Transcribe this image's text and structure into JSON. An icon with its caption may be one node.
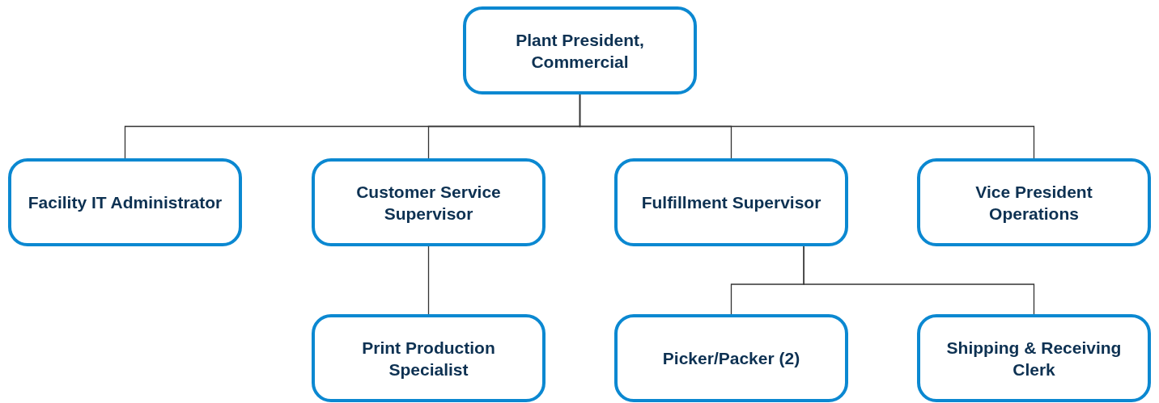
{
  "diagram": {
    "nodes": [
      {
        "text": [
          "Plant President, Commercial"
        ]
      },
      {
        "text": [
          "Facility IT Administrator"
        ]
      },
      {
        "text": [
          "Customer Service Supervisor"
        ]
      },
      {
        "text": [
          "Fulfillment Supervisor"
        ]
      },
      {
        "text": [
          "Vice President Operations"
        ]
      },
      {
        "text": [
          "Print Production Specialist"
        ]
      },
      {
        "text": [
          "Picker/Packer (2)"
        ]
      },
      {
        "text": [
          "Shipping & Receiving Clerk"
        ]
      }
    ],
    "edges": [
      {
        "from": 0,
        "to": 1,
        "arrow": "none"
      },
      {
        "from": 0,
        "to": 2,
        "arrow": "none"
      },
      {
        "from": 0,
        "to": 3,
        "arrow": "none"
      },
      {
        "from": 0,
        "to": 4,
        "arrow": "none"
      },
      {
        "from": 2,
        "to": 5,
        "arrow": "none"
      },
      {
        "from": 3,
        "to": 6,
        "arrow": "none"
      },
      {
        "from": 3,
        "to": 7,
        "arrow": "none"
      }
    ]
  }
}
